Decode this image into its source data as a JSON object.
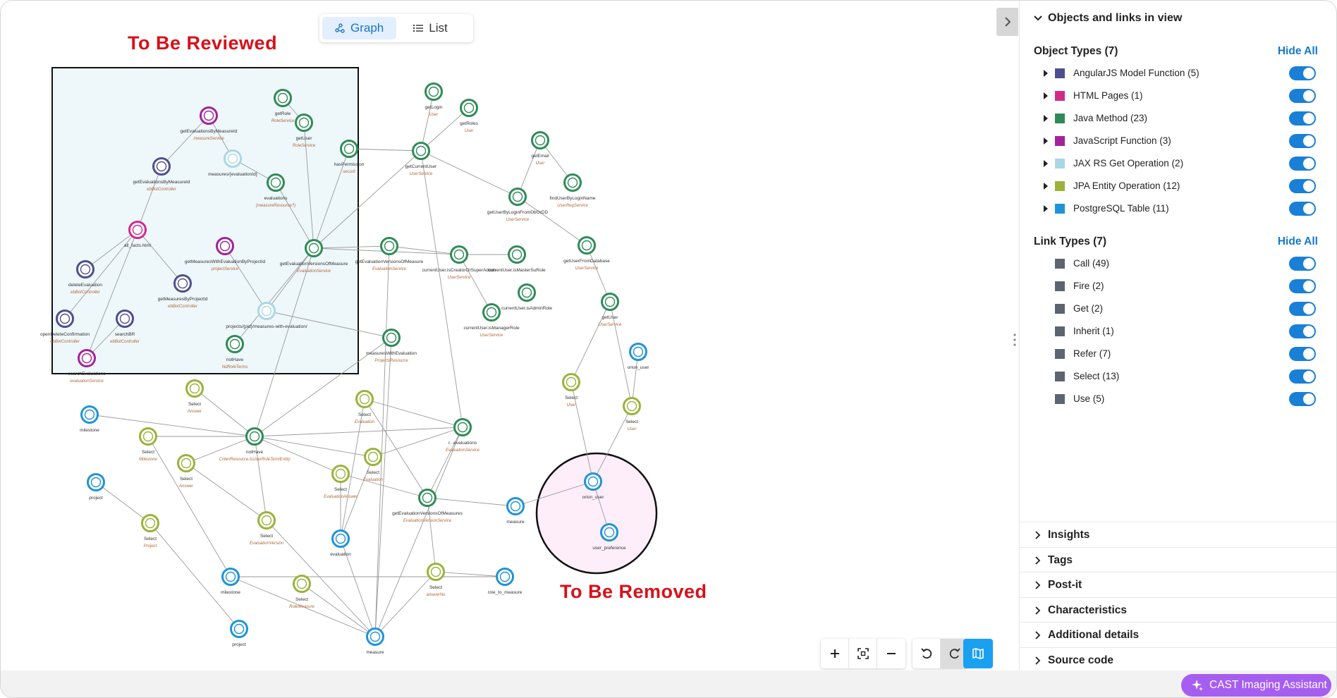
{
  "view_toggle": {
    "graph_label": "Graph",
    "list_label": "List"
  },
  "annotations": {
    "reviewed": "To Be Reviewed",
    "removed": "To Be Removed"
  },
  "graph": {
    "nodes": [
      {
        "label": "getRole",
        "sub": "RoleService",
        "type": "java"
      },
      {
        "label": "getUser",
        "sub": "RoleService",
        "type": "java"
      },
      {
        "label": "getEvaluationsByMeasureId",
        "sub": "measureService",
        "type": "js"
      },
      {
        "label": "getEvaluationsByMeasureId",
        "sub": "ebBotController",
        "type": "angular"
      },
      {
        "label": "measures/{evaluationId}",
        "sub": "",
        "type": "jax"
      },
      {
        "label": "evaluations",
        "sub": "(measureResource?)",
        "type": "java"
      },
      {
        "label": "hasPermission",
        "sub": "securit",
        "type": "java"
      },
      {
        "label": "all_facts.html",
        "sub": "",
        "type": "html"
      },
      {
        "label": "getMeasuresWithEvaluationByProjectId",
        "sub": "projectService",
        "type": "js"
      },
      {
        "label": "getEvaluationVersionsOfMeasure",
        "sub": "EvaluationService",
        "type": "java"
      },
      {
        "label": "deleteEvaluation",
        "sub": "ebBotController",
        "type": "angular"
      },
      {
        "label": "getMeasuresByProjectId",
        "sub": "ebBotController",
        "type": "angular"
      },
      {
        "label": "projects/{pid}/measures-with-evaluation/",
        "sub": "",
        "type": "jax"
      },
      {
        "label": "openDeleteConfirmation",
        "sub": "ebBotController",
        "type": "angular"
      },
      {
        "label": "searchBR",
        "sub": "ebBotController",
        "type": "angular"
      },
      {
        "label": "notHave",
        "sub": "NdRoleTerms",
        "type": "java"
      },
      {
        "label": "searchEvaluations",
        "sub": "evaluationService",
        "type": "js"
      },
      {
        "label": "getLogin",
        "sub": "User",
        "type": "java"
      },
      {
        "label": "getRoles",
        "sub": "User",
        "type": "java"
      },
      {
        "label": "getCurrentUser",
        "sub": "UserService",
        "type": "java"
      },
      {
        "label": "getEmail",
        "sub": "User",
        "type": "java"
      },
      {
        "label": "findUserByLoginName",
        "sub": "UserRegService",
        "type": "java"
      },
      {
        "label": "getUserByLoginFromDbOrDD",
        "sub": "UserService",
        "type": "java"
      },
      {
        "label": "getEvaluationVersionsOfMeasure",
        "sub": "EvaluationService",
        "type": "java"
      },
      {
        "label": "currentUser.isCreatorOrSuperAdmin",
        "sub": "UserService",
        "type": "java"
      },
      {
        "label": "currentUser.isMasterSuRole",
        "sub": "",
        "type": "java"
      },
      {
        "label": "getUserFromDatabase",
        "sub": "UserService",
        "type": "java"
      },
      {
        "label": "currentUser.isAdminRole",
        "sub": "",
        "type": "java"
      },
      {
        "label": "currentUser.isManagerRole",
        "sub": "UserService",
        "type": "java"
      },
      {
        "label": "getUser",
        "sub": "UserService",
        "type": "java"
      },
      {
        "label": "measuresWithEvaluation",
        "sub": "ProjectsResource",
        "type": "java"
      },
      {
        "label": "orion_user",
        "sub": "",
        "type": "pg"
      },
      {
        "label": "Select",
        "sub": "User",
        "type": "jpa"
      },
      {
        "label": "Select",
        "sub": "User",
        "type": "jpa"
      },
      {
        "label": "Select",
        "sub": "Answer",
        "type": "jpa"
      },
      {
        "label": "Select",
        "sub": "Evaluation",
        "type": "jpa"
      },
      {
        "label": "milestone",
        "sub": "",
        "type": "pg"
      },
      {
        "label": "Select",
        "sub": "Milestone",
        "type": "jpa"
      },
      {
        "label": "notHave",
        "sub": "CriteriResource.isUserRoleTermEntity",
        "type": "java"
      },
      {
        "label": "r...evaluations",
        "sub": "EvaluationService",
        "type": "java"
      },
      {
        "label": "Select",
        "sub": "Answer",
        "type": "jpa"
      },
      {
        "label": "Select",
        "sub": "Evaluation",
        "type": "jpa"
      },
      {
        "label": "Select",
        "sub": "EvaluationAnswer",
        "type": "jpa"
      },
      {
        "label": "project",
        "sub": "",
        "type": "pg"
      },
      {
        "label": "getEvaluationVersionsOfMeasures",
        "sub": "EvaluationVersionService",
        "type": "java"
      },
      {
        "label": "measure",
        "sub": "",
        "type": "pg"
      },
      {
        "label": "Select",
        "sub": "Project",
        "type": "jpa"
      },
      {
        "label": "Select",
        "sub": "EvaluationVersion",
        "type": "jpa"
      },
      {
        "label": "evaluation",
        "sub": "",
        "type": "pg"
      },
      {
        "label": "orion_user",
        "sub": "",
        "type": "pg"
      },
      {
        "label": "user_preference",
        "sub": "",
        "type": "pg"
      },
      {
        "label": "milestone",
        "sub": "",
        "type": "pg"
      },
      {
        "label": "Select",
        "sub": "RoleMeasure",
        "type": "jpa"
      },
      {
        "label": "Select",
        "sub": "answerNo",
        "type": "jpa"
      },
      {
        "label": "role_to_measure",
        "sub": "",
        "type": "pg"
      },
      {
        "label": "project",
        "sub": "",
        "type": "pg"
      },
      {
        "label": "measure",
        "sub": "",
        "type": "pg"
      }
    ]
  },
  "side_panel": {
    "header": "Objects and links in view",
    "object_types": {
      "title": "Object Types (7)",
      "hide_all": "Hide All",
      "items": [
        {
          "label": "AngularJS Model Function (5)",
          "color": "#4f4e8f"
        },
        {
          "label": "HTML Pages (1)",
          "color": "#d22a8b"
        },
        {
          "label": "Java Method (23)",
          "color": "#2e8b57"
        },
        {
          "label": "JavaScript Function (3)",
          "color": "#a4219a"
        },
        {
          "label": "JAX RS Get Operation (2)",
          "color": "#a9d7e6"
        },
        {
          "label": "JPA Entity Operation (12)",
          "color": "#9bb23a"
        },
        {
          "label": "PostgreSQL Table (11)",
          "color": "#1f93d8"
        }
      ]
    },
    "link_types": {
      "title": "Link Types (7)",
      "hide_all": "Hide All",
      "items": [
        {
          "label": "Call (49)",
          "color": "#5b6470"
        },
        {
          "label": "Fire (2)",
          "color": "#5b6470"
        },
        {
          "label": "Get (2)",
          "color": "#5b6470"
        },
        {
          "label": "Inherit (1)",
          "color": "#5b6470"
        },
        {
          "label": "Refer (7)",
          "color": "#5b6470"
        },
        {
          "label": "Select (13)",
          "color": "#5b6470"
        },
        {
          "label": "Use (5)",
          "color": "#5b6470"
        }
      ]
    },
    "sections": [
      "Insights",
      "Tags",
      "Post-it",
      "Characteristics",
      "Additional details",
      "Source code"
    ]
  },
  "assistant_label": "CAST Imaging Assistant",
  "colors": {
    "java": "#2e8b57",
    "angular": "#4f4e8f",
    "html": "#d22a8b",
    "js": "#a4219a",
    "jax": "#a9d7e6",
    "jpa": "#9bb23a",
    "pg": "#1f93d8",
    "accent": "#1a7fd6",
    "annotation": "#d81018"
  }
}
